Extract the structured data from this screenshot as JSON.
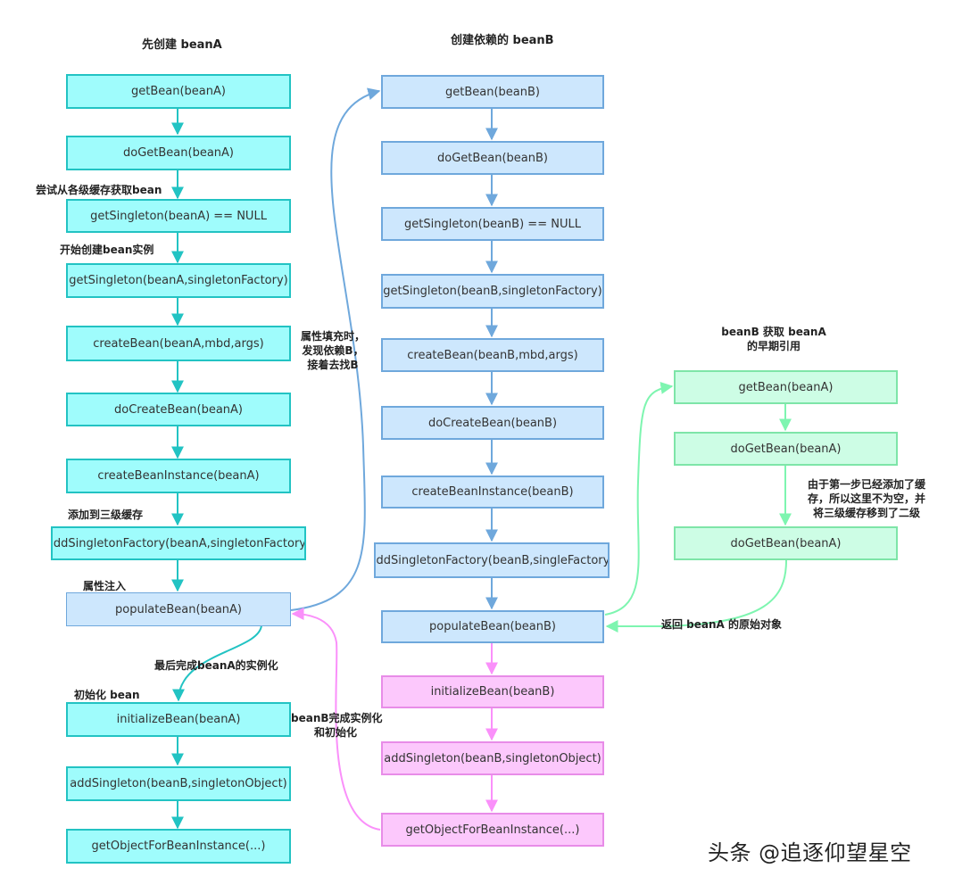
{
  "columns": {
    "a_title": "先创建 beanA",
    "b_title": "创建依赖的 beanB",
    "c_title_line1": "beanB 获取 beanA",
    "c_title_line2": "的早期引用"
  },
  "nodes_a": [
    "getBean(beanA)",
    "doGetBean(beanA)",
    "getSingleton(beanA) == NULL",
    "getSingleton(beanA,singletonFactory)",
    "createBean(beanA,mbd,args)",
    "doCreateBean(beanA)",
    "createBeanInstance(beanA)",
    "addSingletonFactory(beanA,singletonFactory)",
    "populateBean(beanA)",
    "initializeBean(beanA)",
    "addSingleton(beanB,singletonObject)",
    "getObjectForBeanInstance(...)"
  ],
  "nodes_b": [
    "getBean(beanB)",
    "doGetBean(beanB)",
    "getSingleton(beanB) == NULL",
    "getSingleton(beanB,singletonFactory)",
    "createBean(beanB,mbd,args)",
    "doCreateBean(beanB)",
    "createBeanInstance(beanB)",
    "addSingletonFactory(beanB,singleFactory)",
    "populateBean(beanB)",
    "initializeBean(beanB)",
    "addSingleton(beanB,singletonObject)",
    "getObjectForBeanInstance(...)"
  ],
  "nodes_c": [
    "getBean(beanA)",
    "doGetBean(beanA)",
    "doGetBean(beanA)"
  ],
  "annotations": {
    "try_cache": "尝试从各级缓存获取bean",
    "start_create": "开始创建bean实例",
    "add_third_cache": "添加到三级缓存",
    "prop_inject": "属性注入",
    "finish_a": "最后完成beanA的实例化",
    "init_bean": "初始化 bean",
    "found_dep_1": "属性填充时，",
    "found_dep_2": "发现依赖B，",
    "found_dep_3": "接着去找B",
    "b_done_1": "beanB完成实例化",
    "b_done_2": "和初始化",
    "cache_move_1": "由于第一步已经添加了缓",
    "cache_move_2": "存，所以这里不为空，并",
    "cache_move_3": "将三级缓存移到了二级",
    "return_a": "返回 beanA 的原始对象"
  },
  "watermark": "头条 @追逐仰望星空",
  "colors": {
    "cyan_fill": "#9ffcfc",
    "cyan_stroke": "#22c3c3",
    "blue_fill": "#cde7fd",
    "blue_stroke": "#6fa8dc",
    "pink_fill": "#fcc8fc",
    "pink_stroke": "#e88ce8",
    "green_fill": "#cdfde5",
    "green_stroke": "#7ee5a8"
  }
}
